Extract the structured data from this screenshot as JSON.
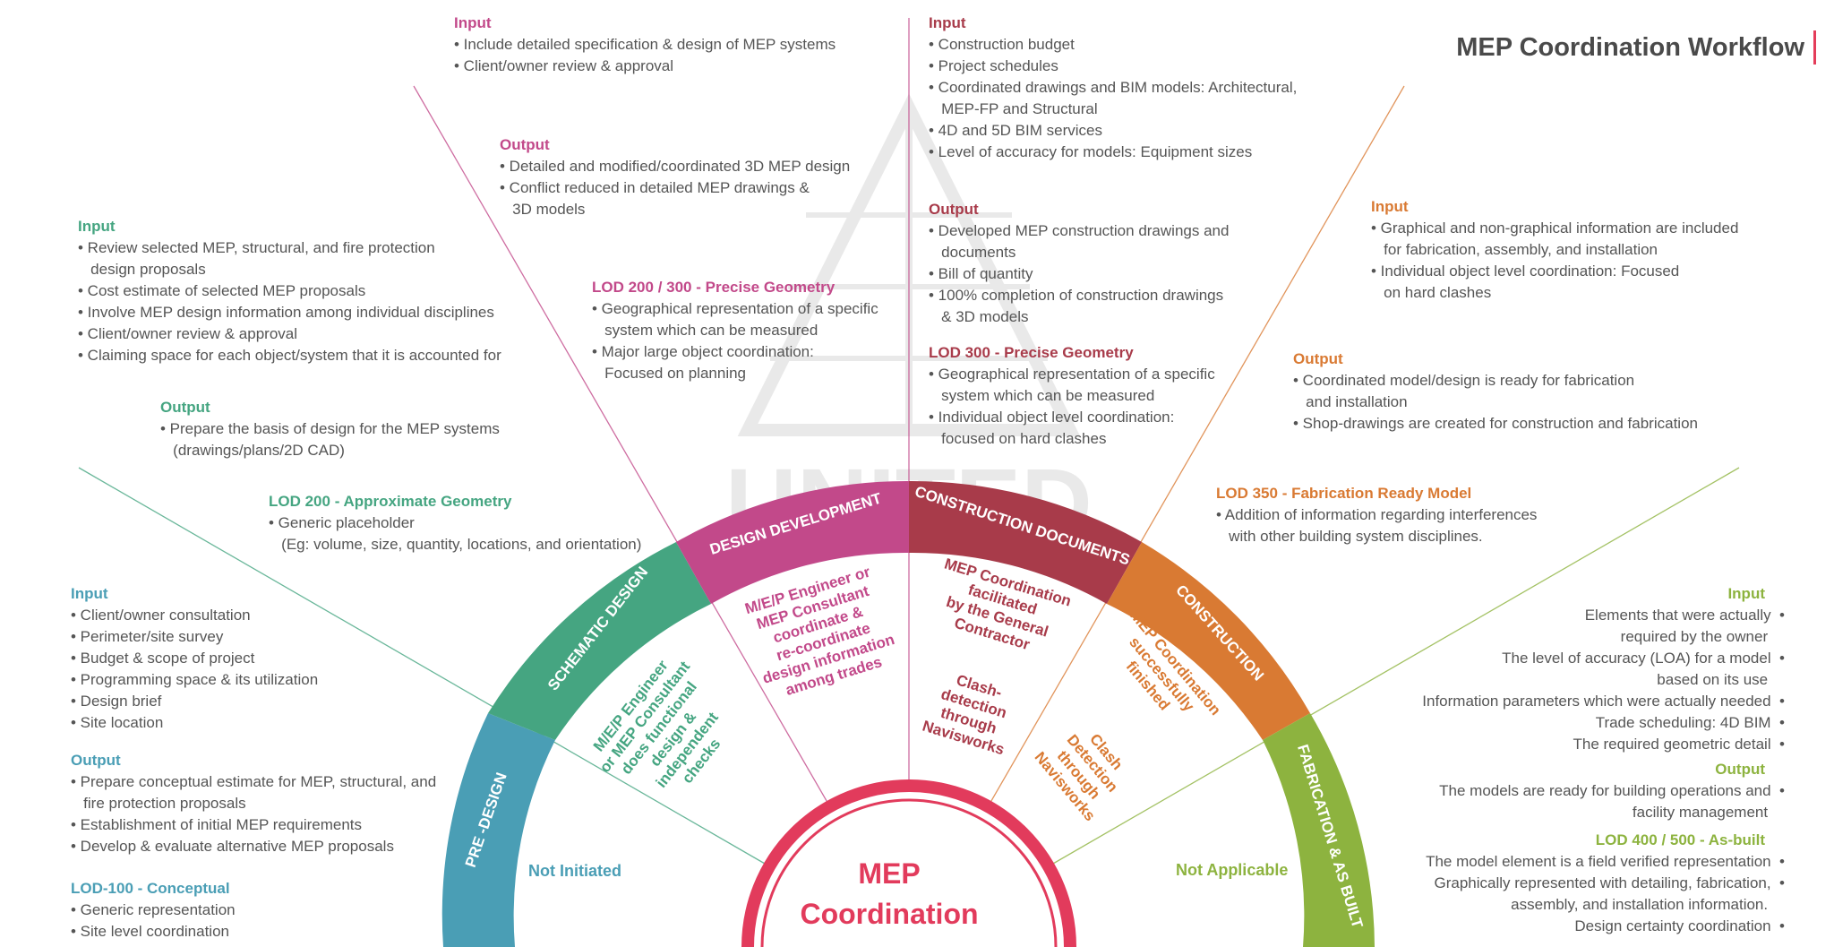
{
  "title": "MEP Coordination Workflow",
  "watermark": [
    "UNITED"
  ],
  "center": {
    "line1": "MEP",
    "line2": "Coordination",
    "color": "#e23b5c"
  },
  "status": {
    "left": "Not Initiated",
    "right": "Not Applicable"
  },
  "phases": [
    {
      "label": "PRE -DESIGN",
      "color": "#4a9eb5"
    },
    {
      "label": "SCHEMATIC DESIGN",
      "color": "#45a581"
    },
    {
      "label": "DESIGN DEVELOPMENT",
      "color": "#c2498a"
    },
    {
      "label": "CONSTRUCTION DOCUMENTS",
      "color": "#a83b4a"
    },
    {
      "label": "CONSTRUCTION",
      "color": "#d97a33"
    },
    {
      "label": "FABRICATION & AS BUILT",
      "color": "#8db33f"
    }
  ],
  "inner_notes": [
    {
      "lines": [
        "M/E/P Engineer",
        "or MEP Consultant",
        "does functional",
        "design &",
        "independent",
        "checks"
      ],
      "color": "#45a581"
    },
    {
      "lines": [
        "M/E/P Engineer or",
        "MEP Consultant",
        "coordinate &",
        "re-coordinate",
        "design information",
        "among trades"
      ],
      "color": "#c2498a"
    },
    {
      "lines": [
        "MEP Coordination",
        "facilitated",
        "by the General",
        "Contractor"
      ],
      "color": "#a83b4a"
    },
    {
      "lines": [
        "Clash-",
        "detection",
        "through",
        "Navisworks"
      ],
      "color": "#a83b4a"
    },
    {
      "lines": [
        "MEP Coordination",
        "successfully",
        "finished"
      ],
      "color": "#d97a33"
    },
    {
      "lines": [
        "Clash",
        "Detection",
        "through",
        "Navisworks"
      ],
      "color": "#d97a33"
    }
  ],
  "blocks": [
    {
      "heading": "Input",
      "color": "#c2498a",
      "lines": [
        "• Include detailed specification & design of MEP systems",
        "• Client/owner review & approval"
      ]
    },
    {
      "heading": "Output",
      "color": "#c2498a",
      "lines": [
        "• Detailed and modified/coordinated 3D MEP design",
        "• Conflict reduced in detailed MEP drawings &",
        "   3D models"
      ]
    },
    {
      "heading": "LOD 200 / 300 - Precise Geometry",
      "color": "#c2498a",
      "lines": [
        "• Geographical representation of a specific",
        "   system which can be measured",
        "• Major large object coordination:",
        "   Focused on planning"
      ]
    },
    {
      "heading": "Input",
      "color": "#a83b4a",
      "lines": [
        "• Construction budget",
        "• Project schedules",
        "• Coordinated drawings and BIM models: Architectural,",
        "   MEP-FP and Structural",
        "• 4D and 5D BIM services",
        "• Level of accuracy for models: Equipment sizes"
      ]
    },
    {
      "heading": "Output",
      "color": "#a83b4a",
      "lines": [
        "• Developed MEP construction drawings and",
        "   documents",
        "• Bill of quantity",
        "• 100% completion of construction drawings",
        "   & 3D models"
      ]
    },
    {
      "heading": "LOD 300 - Precise Geometry",
      "color": "#a83b4a",
      "lines": [
        "• Geographical representation of a specific",
        "   system which can be measured",
        "• Individual object level coordination:",
        "   focused on hard clashes"
      ]
    },
    {
      "heading": "Input",
      "color": "#45a581",
      "lines": [
        "• Review selected MEP, structural, and fire protection",
        "   design proposals",
        "• Cost estimate of selected MEP proposals",
        "• Involve MEP design information among individual disciplines",
        "• Client/owner review & approval",
        "• Claiming space for each object/system that it is accounted for"
      ]
    },
    {
      "heading": "Output",
      "color": "#45a581",
      "lines": [
        "• Prepare the basis of design for the MEP systems",
        "   (drawings/plans/2D CAD)"
      ]
    },
    {
      "heading": "LOD 200 - Approximate Geometry",
      "color": "#45a581",
      "lines": [
        "• Generic placeholder",
        "   (Eg: volume, size, quantity, locations, and orientation)"
      ]
    },
    {
      "heading": "Input",
      "color": "#d97a33",
      "lines": [
        "• Graphical and non-graphical information are included",
        "   for fabrication, assembly, and installation",
        "• Individual object level coordination: Focused",
        "   on hard clashes"
      ]
    },
    {
      "heading": "Output",
      "color": "#d97a33",
      "lines": [
        "• Coordinated model/design is ready for fabrication",
        "   and installation",
        "• Shop-drawings are created for construction and fabrication"
      ]
    },
    {
      "heading": "LOD 350 - Fabrication Ready Model",
      "color": "#d97a33",
      "lines": [
        "• Addition of information regarding interferences",
        "   with other building system disciplines."
      ]
    },
    {
      "heading": "Input",
      "color": "#4a9eb5",
      "lines": [
        "• Client/owner consultation",
        "• Perimeter/site survey",
        "• Budget & scope of project",
        "• Programming space & its utilization",
        "• Design brief",
        "• Site location"
      ]
    },
    {
      "heading": "Output",
      "color": "#4a9eb5",
      "lines": [
        "• Prepare conceptual estimate for MEP, structural, and",
        "   fire protection proposals",
        "• Establishment of initial MEP requirements",
        "• Develop & evaluate alternative MEP proposals"
      ]
    },
    {
      "heading": "LOD-100 - Conceptual",
      "color": "#4a9eb5",
      "lines": [
        "• Generic representation",
        "• Site level coordination"
      ]
    },
    {
      "heading": "Input",
      "color": "#8db33f",
      "lines": [
        "Elements that were actually  •",
        "required by the owner    ",
        "The level of accuracy (LOA) for a model  •",
        "based on its use    ",
        "Information parameters which were actually needed  •",
        "Trade scheduling: 4D BIM  •",
        "The required geometric detail  •"
      ]
    },
    {
      "heading": "Output",
      "color": "#8db33f",
      "lines": [
        "The models are ready for building operations and  •",
        "facility management    "
      ]
    },
    {
      "heading": "LOD 400 / 500 - As-built",
      "color": "#8db33f",
      "lines": [
        "The model element is a field verified representation  •",
        "Graphically represented with detailing, fabrication,  •",
        "assembly, and installation information.    ",
        "Design certainty coordination  •"
      ]
    }
  ]
}
